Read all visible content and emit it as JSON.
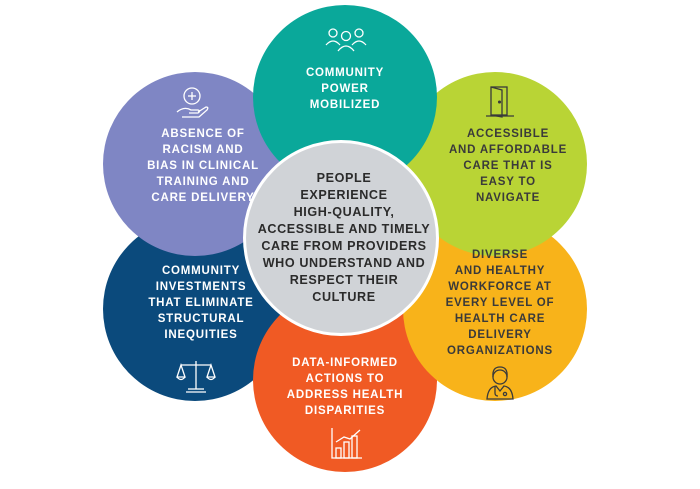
{
  "colors": {
    "community_power": "#0aa89a",
    "accessible_care": "#b9d435",
    "diverse_workforce": "#f8b31a",
    "data_informed": "#f05a24",
    "community_investments": "#0b4a7c",
    "absence_of_racism": "#7f86c4",
    "center": "#d0d3d7",
    "center_text": "#2b2b2b"
  },
  "center": {
    "lines": [
      "PEOPLE",
      "EXPERIENCE",
      "HIGH-QUALITY,",
      "ACCESSIBLE AND TIMELY",
      "CARE FROM PROVIDERS",
      "WHO UNDERSTAND AND",
      "RESPECT THEIR",
      "CULTURE"
    ]
  },
  "petals": {
    "community_power": {
      "icon": "people-group-icon",
      "lines": [
        "COMMUNITY",
        "POWER",
        "MOBILIZED"
      ]
    },
    "accessible_care": {
      "icon": "door-icon",
      "lines": [
        "ACCESSIBLE",
        "AND AFFORDABLE",
        "CARE THAT IS",
        "EASY TO",
        "NAVIGATE"
      ]
    },
    "diverse_workforce": {
      "icon": "doctor-icon",
      "lines": [
        "DIVERSE",
        "AND HEALTHY",
        "WORKFORCE AT",
        "EVERY LEVEL OF",
        "HEALTH CARE",
        "DELIVERY",
        "ORGANIZATIONS"
      ]
    },
    "data_informed": {
      "icon": "bar-chart-icon",
      "lines": [
        "DATA-INFORMED",
        "ACTIONS TO",
        "ADDRESS HEALTH",
        "DISPARITIES"
      ]
    },
    "community_investments": {
      "icon": "scales-icon",
      "lines": [
        "COMMUNITY",
        "INVESTMENTS",
        "THAT ELIMINATE",
        "STRUCTURAL",
        "INEQUITIES"
      ]
    },
    "absence_of_racism": {
      "icon": "medical-hand-icon",
      "lines": [
        "ABSENCE OF",
        "RACISM AND",
        "BIAS IN CLINICAL",
        "TRAINING AND",
        "CARE DELIVERY"
      ]
    }
  }
}
